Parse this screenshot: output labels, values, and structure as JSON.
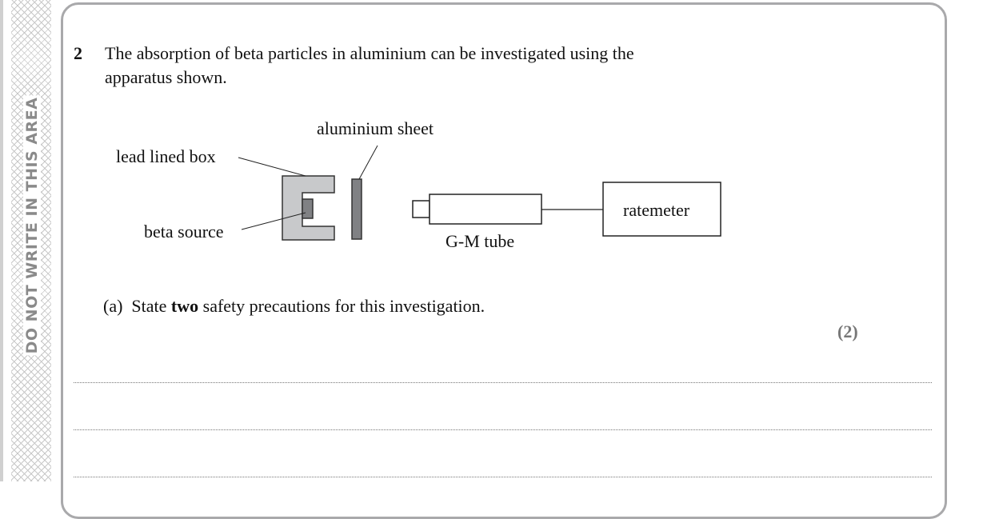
{
  "margin": {
    "warning": "DO NOT WRITE IN THIS AREA"
  },
  "question": {
    "number": "2",
    "text_line1": "The absorption of beta particles in aluminium can be investigated using the",
    "text_line2": "apparatus shown."
  },
  "diagram": {
    "labels": {
      "aluminium_sheet": "aluminium sheet",
      "lead_lined_box": "lead lined box",
      "beta_source": "beta source",
      "gm_tube": "G-M tube",
      "ratemeter": "ratemeter"
    }
  },
  "part_a": {
    "label": "(a)",
    "text_pre": "State ",
    "text_bold": "two",
    "text_post": " safety precautions for this investigation.",
    "marks": "(2)"
  }
}
